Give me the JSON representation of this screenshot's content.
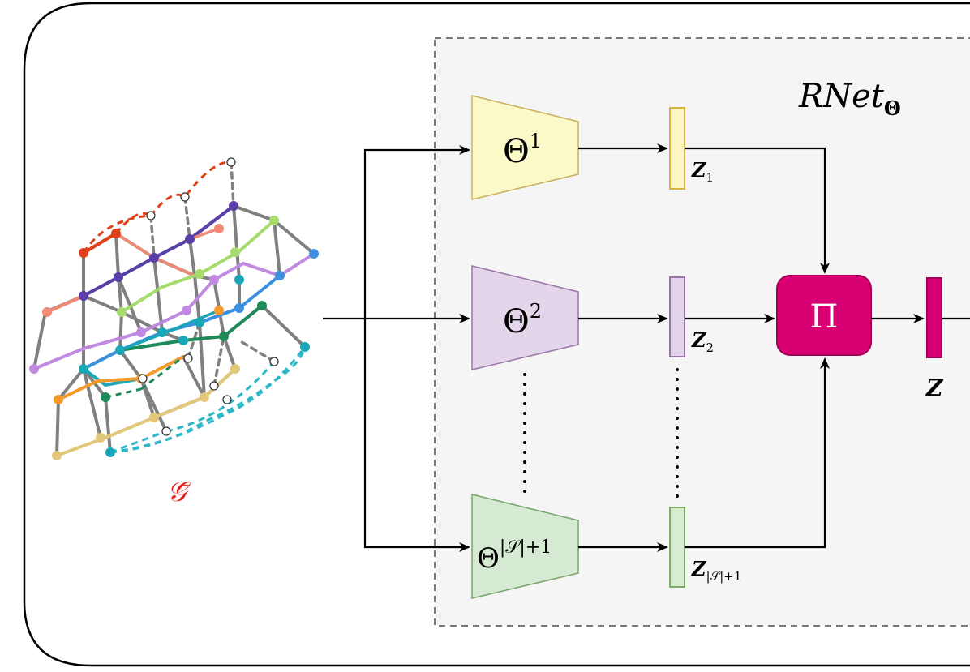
{
  "module": {
    "title_main": "RNet",
    "title_sub": "Θ"
  },
  "graph": {
    "label": "𝒢̄"
  },
  "encoders": [
    {
      "symbol": "Θ",
      "sup": "1",
      "fill": "#fcf9c9",
      "stroke": "#c8b25c"
    },
    {
      "symbol": "Θ",
      "sup": "2",
      "fill": "#e3d6ea",
      "stroke": "#9a77a8"
    },
    {
      "symbol": "Θ",
      "sup": "|𝒮|+1",
      "fill": "#d6e9d2",
      "stroke": "#7ca56d"
    }
  ],
  "embeddings": [
    {
      "symbol": "Z",
      "sub": "1",
      "fill": "#fdf6c2",
      "stroke": "#d6b545"
    },
    {
      "symbol": "Z",
      "sub": "2",
      "fill": "#e2d4ec",
      "stroke": "#9b74aa"
    },
    {
      "symbol": "Z",
      "sub": "|𝒮|+1",
      "fill": "#d8ecd1",
      "stroke": "#7bac68"
    }
  ],
  "aggregator": {
    "symbol": "Π",
    "fill": "#d80073",
    "stroke": "#a50057"
  },
  "output": {
    "symbol": "Z",
    "fill": "#d80073",
    "stroke": "#a50057"
  },
  "graph_colors": {
    "edge": "#808080",
    "red": "#e0401a",
    "salmon": "#f08a75",
    "purple": "#5b3fa8",
    "lightgreen": "#a6dc6e",
    "blue": "#3d8fe0",
    "violet": "#c08ae0",
    "teal": "#19a7b8",
    "darkgreen": "#1e8a5a",
    "orange": "#f59a2a",
    "tan": "#e2c77a",
    "cyan": "#2bb7c7"
  }
}
